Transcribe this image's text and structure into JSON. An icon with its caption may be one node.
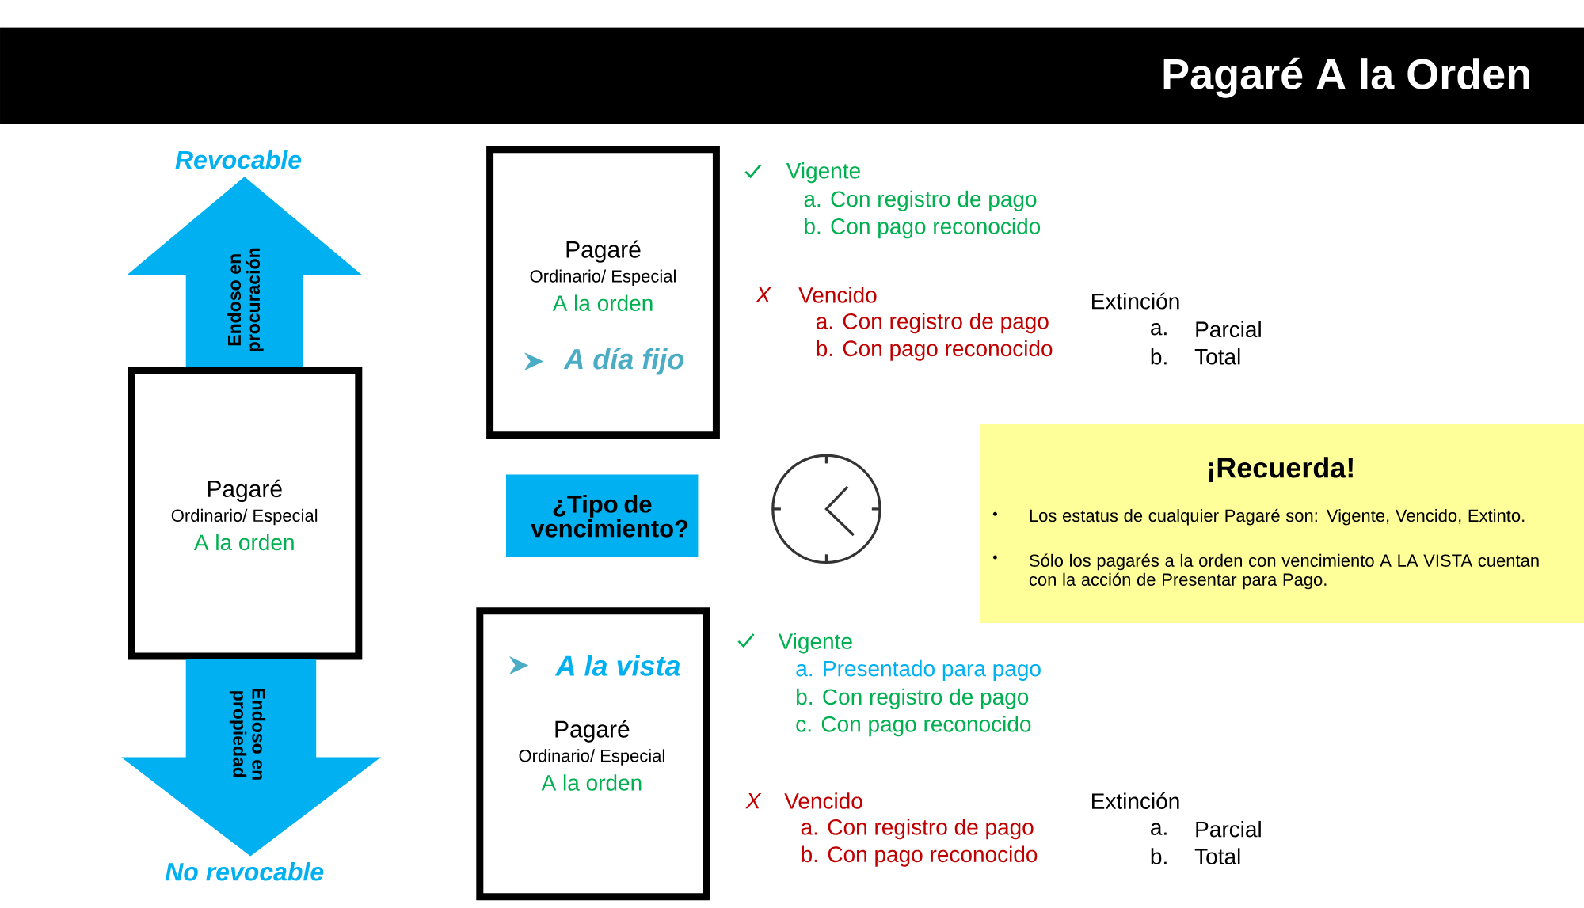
{
  "diagram": {
    "title": "Pagaré A la Orden",
    "nodes": [
      {
        "text": [
          "Endoso en procuración"
        ],
        "beside": [
          "Revocable"
        ]
      },
      {
        "text": [
          "Pagaré",
          "Ordinario/ Especial",
          "A la orden"
        ]
      },
      {
        "text": [
          "Endoso en propiedad"
        ],
        "beside": [
          "No revocable"
        ]
      },
      {
        "text": [
          "Pagaré",
          "Ordinario/ Especial",
          "A la orden",
          "A día fijo"
        ]
      },
      {
        "text": [
          "¿Tipo de vencimiento?"
        ]
      },
      {
        "text": [
          "A la vista",
          "Pagaré",
          "Ordinario/ Especial",
          "A la orden"
        ]
      },
      {
        "text": [
          "¡Recuerda!",
          "Los estatus de cualquier Pagaré son: Vigente, Vencido, Extinto.",
          "Sólo los pagarés a la orden con vencimiento A LA VISTA cuentan con la acción de Presentar para Pago."
        ]
      }
    ],
    "labels": [
      "Vigente",
      "a. Con registro de pago",
      "b. Con pago reconocido",
      "X",
      "Vencido",
      "a. Con registro de pago",
      "b. Con pago reconocido",
      "Extinción",
      "a.",
      "Parcial",
      "b.",
      "Total",
      "Vigente",
      "a. Presentado para pago",
      "b. Con registro de pago",
      "c. Con pago reconocido",
      "X",
      "Vencido",
      "a. Con registro de pago",
      "b. Con pago reconocido",
      "Extinción",
      "a.",
      "Parcial",
      "b.",
      "Total"
    ]
  }
}
